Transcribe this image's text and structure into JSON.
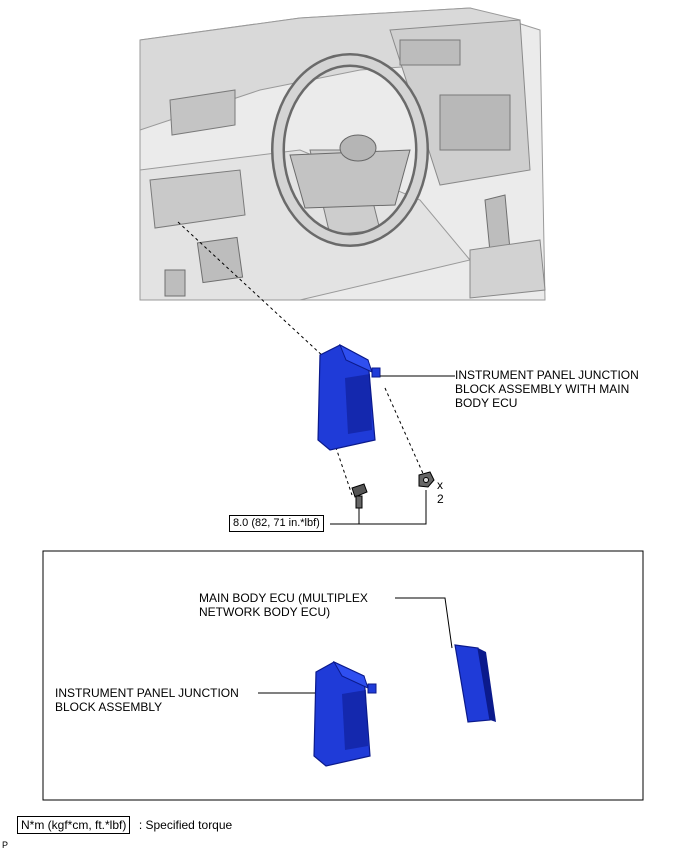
{
  "callouts": {
    "junction_block_with_ecu": "INSTRUMENT PANEL JUNCTION\nBLOCK ASSEMBLY WITH MAIN\nBODY ECU",
    "main_body_ecu": "MAIN BODY ECU (MULTIPLEX\nNETWORK BODY ECU)",
    "junction_block": "INSTRUMENT PANEL JUNCTION\nBLOCK ASSEMBLY"
  },
  "torque": {
    "value": "8.0 (82, 71 in.*lbf)",
    "quantity_x": "x",
    "quantity_n": "2"
  },
  "legend": {
    "symbol": "N*m (kgf*cm, ft.*lbf)",
    "text": ": Specified torque"
  },
  "footer_code": "P",
  "colors": {
    "part_blue": "#1f3bd8",
    "part_dark": "#0b1a8c",
    "interior_gray": "#bfbfbf"
  }
}
